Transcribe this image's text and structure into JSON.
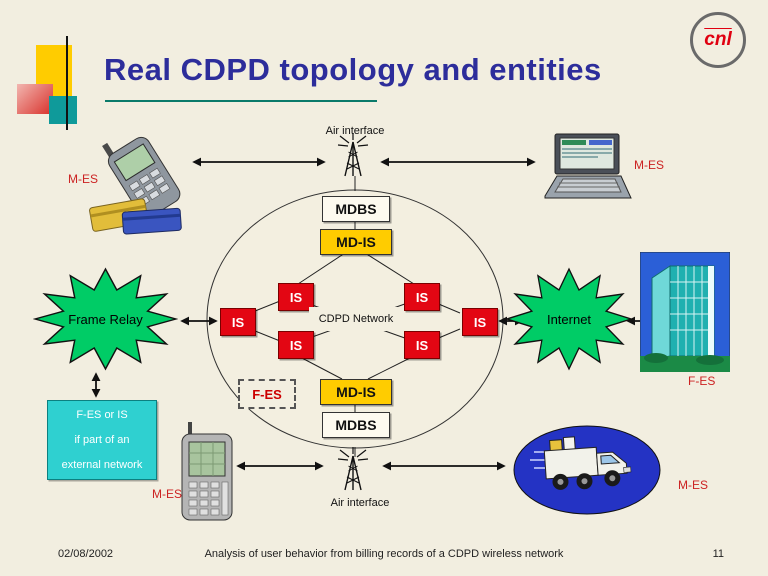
{
  "slide": {
    "title": "Real CDPD topology and entities",
    "logo_text": "cnl",
    "footer": {
      "date": "02/08/2002",
      "caption": "Analysis of user behavior from billing records of a CDPD wireless network",
      "page_number": "11"
    }
  },
  "diagram": {
    "network_label": "CDPD Network",
    "air_interface_top": "Air interface",
    "air_interface_bottom": "Air interface",
    "boxes": {
      "mdbs_top": "MDBS",
      "mdis_top": "MD-IS",
      "mdbs_bottom": "MDBS",
      "mdis_bottom": "MD-IS",
      "fes": "F-ES",
      "is_label": "IS"
    },
    "clouds": {
      "frame_relay": "Frame Relay",
      "internet": "Internet"
    },
    "note_box": [
      "F-ES or IS",
      "if part of an",
      "external network"
    ],
    "device_labels": {
      "mobile_phone": "M-ES",
      "laptop": "M-ES",
      "building": "F-ES",
      "pda": "M-ES",
      "truck": "M-ES"
    },
    "colors": {
      "is_red": "#e30613",
      "mdis_yellow": "#ffcc00",
      "cloud_green": "#00cc66",
      "note_cyan": "#2fd0d0",
      "label_red": "#cc2222",
      "title_blue": "#2d2d9b"
    }
  }
}
